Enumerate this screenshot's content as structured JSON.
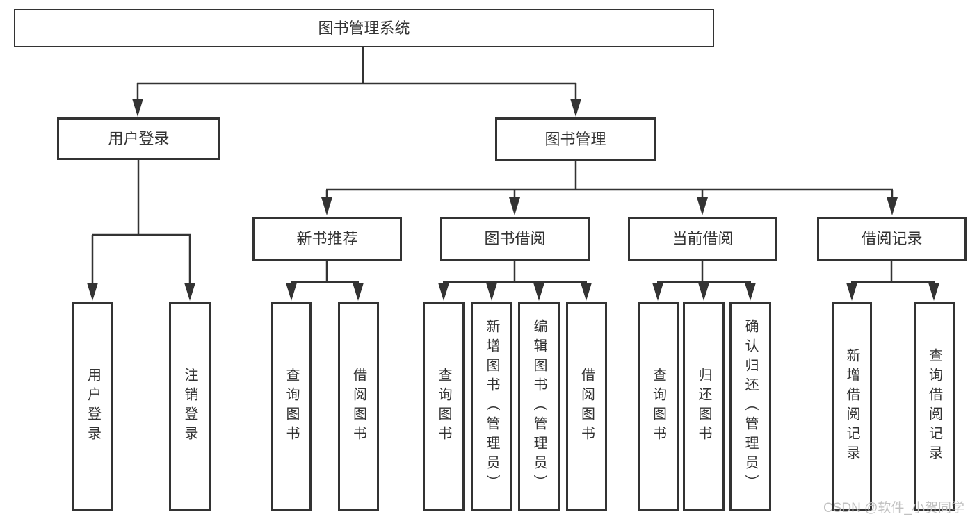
{
  "tree": {
    "root": "图书管理系统",
    "children": [
      {
        "label": "用户登录",
        "children": [
          "用户登录",
          "注销登录"
        ]
      },
      {
        "label": "图书管理",
        "children": [
          {
            "label": "新书推荐",
            "children": [
              "查询图书",
              "借阅图书"
            ]
          },
          {
            "label": "图书借阅",
            "children": [
              "查询图书",
              "新增图书（管理员）",
              "编辑图书（管理员）",
              "借阅图书"
            ]
          },
          {
            "label": "当前借阅",
            "children": [
              "查询图书",
              "归还图书",
              "确认归还（管理员）"
            ]
          },
          {
            "label": "借阅记录",
            "children": [
              "新增借阅记录",
              "查询借阅记录"
            ]
          }
        ]
      }
    ]
  },
  "watermark": {
    "text": "CSDN @软件_小贺同学"
  },
  "colors": {
    "line": "#333333",
    "box_border": "#333333",
    "text": "#333333",
    "watermark": "#bebebe",
    "background": "#ffffff"
  }
}
